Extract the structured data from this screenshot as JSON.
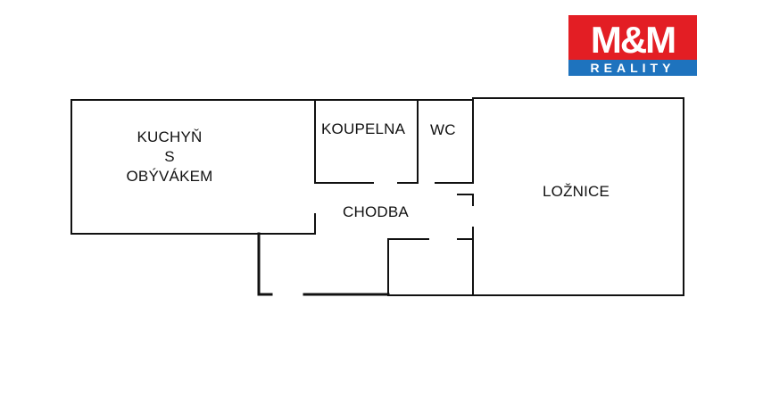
{
  "logo": {
    "mark": "M&M",
    "subtitle": "REALITY",
    "colors": {
      "red": "#e31e24",
      "blue": "#1e73be",
      "white": "#ffffff"
    }
  },
  "floorplan": {
    "wall_color": "#111111",
    "rooms": {
      "kitchen": {
        "line1": "KUCHYŇ",
        "line2": "S",
        "line3": "OBÝVÁKEM"
      },
      "bathroom": "KOUPELNA",
      "wc": "WC",
      "hallway": "CHODBA",
      "bedroom": "LOŽNICE"
    }
  }
}
